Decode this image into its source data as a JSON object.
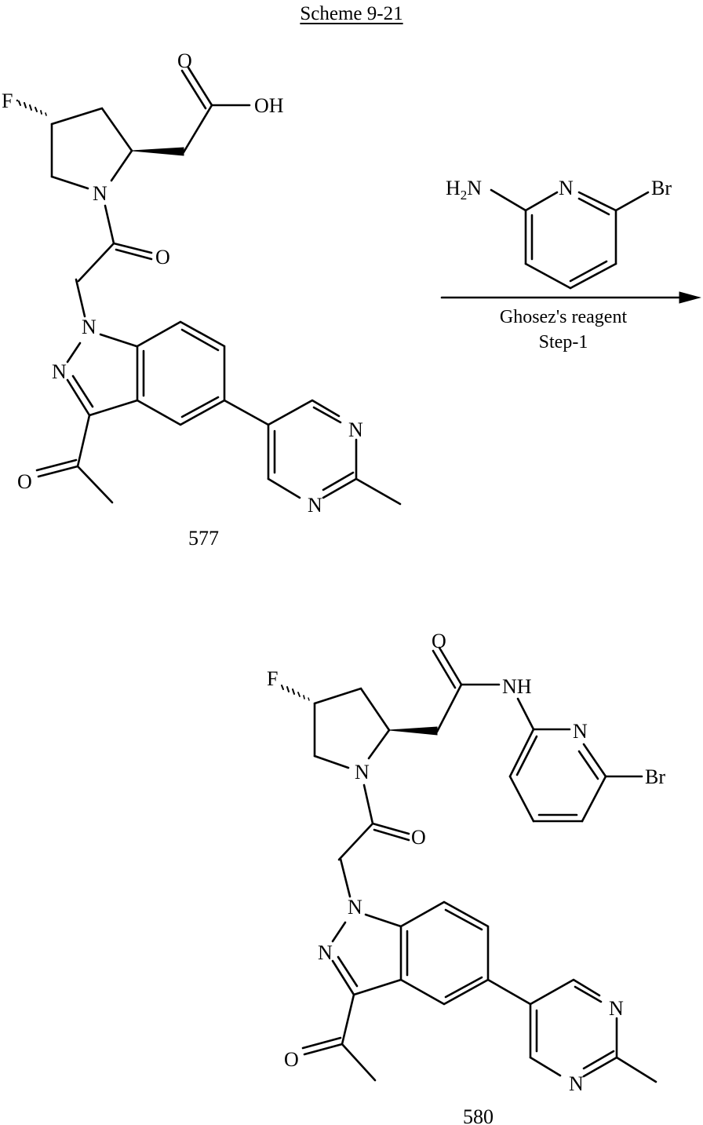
{
  "scheme": {
    "title": "Scheme 9-21"
  },
  "starting_material": {
    "compound_number": "577",
    "atom_labels": {
      "fluorine": "F",
      "acid_carbonyl_o": "O",
      "acid_oh": "OH",
      "pyrrolidine_n": "N",
      "amide_o": "O",
      "indazole_n1": "N",
      "indazole_n2": "N",
      "acetyl_o": "O",
      "pyrimidine_n3": "N",
      "pyrimidine_n1": "N"
    }
  },
  "reagent": {
    "amine_label": "H",
    "amine_sub": "2",
    "amine_n": "N",
    "ring_n": "N",
    "halogen": "Br"
  },
  "conditions": {
    "line1": "Ghosez's reagent",
    "line2": "Step-1"
  },
  "product": {
    "compound_number": "580",
    "atom_labels": {
      "fluorine": "F",
      "amide_carbonyl_o": "O",
      "amide_nh": "NH",
      "pyridine_n": "N",
      "bromine": "Br",
      "pyrrolidine_n": "N",
      "linker_o": "O",
      "indazole_n1": "N",
      "indazole_n2": "N",
      "acetyl_o": "O",
      "pyrimidine_n3": "N",
      "pyrimidine_n1": "N"
    }
  }
}
